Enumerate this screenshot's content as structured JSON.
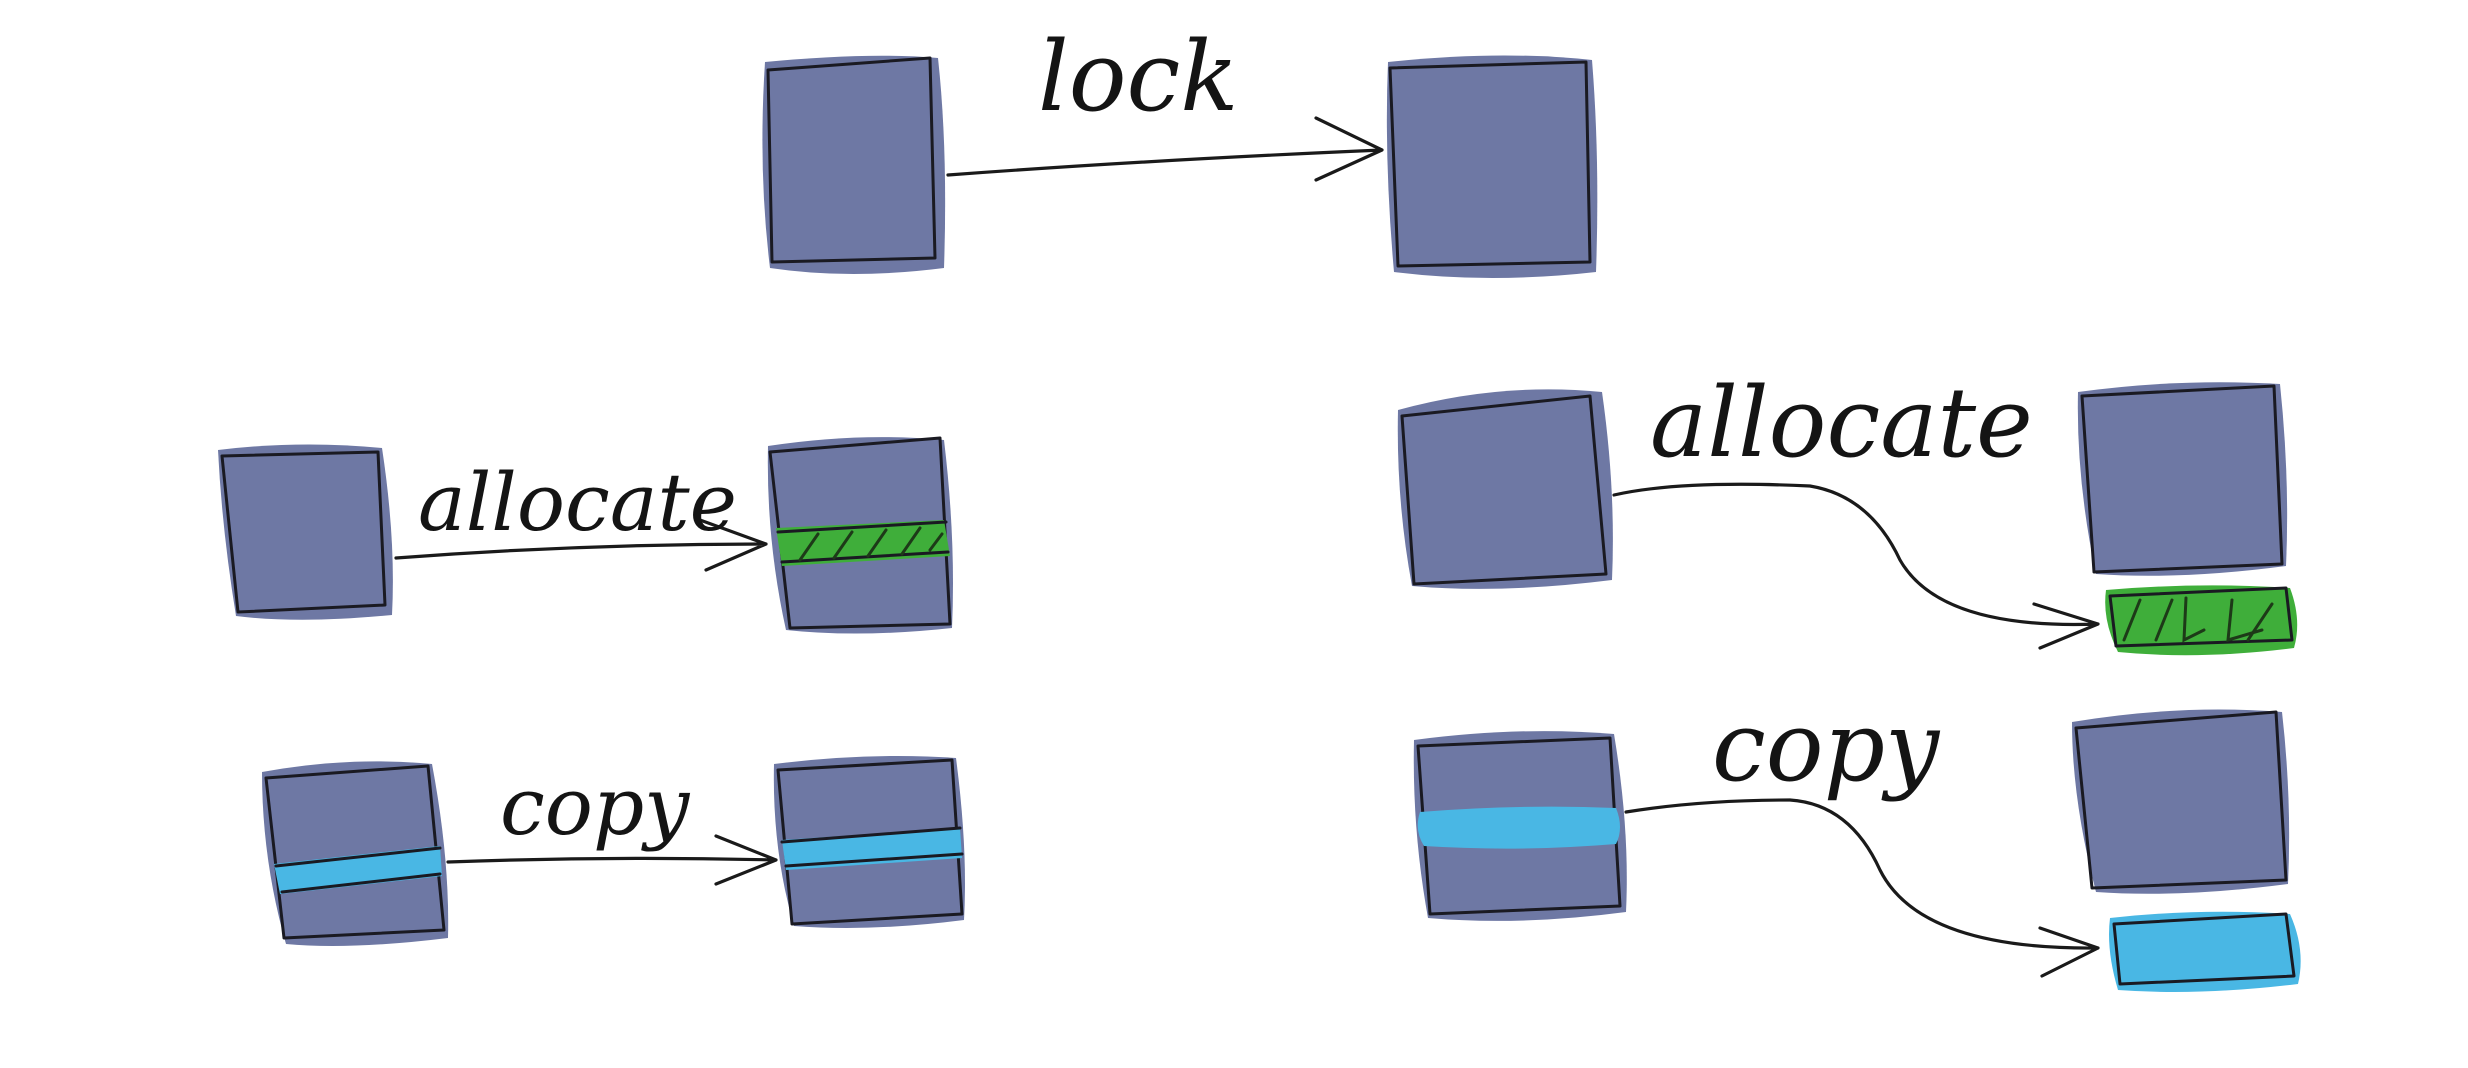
{
  "diagram": {
    "labels": {
      "lock": "lock",
      "allocate_left": "allocate",
      "copy_left": "copy",
      "allocate_right": "allocate",
      "copy_right": "copy"
    },
    "colors": {
      "block": "#6e78a4",
      "allocated_region": "#3fae3a",
      "copied_region": "#49b7e4",
      "ink": "#1a1a1a"
    }
  }
}
